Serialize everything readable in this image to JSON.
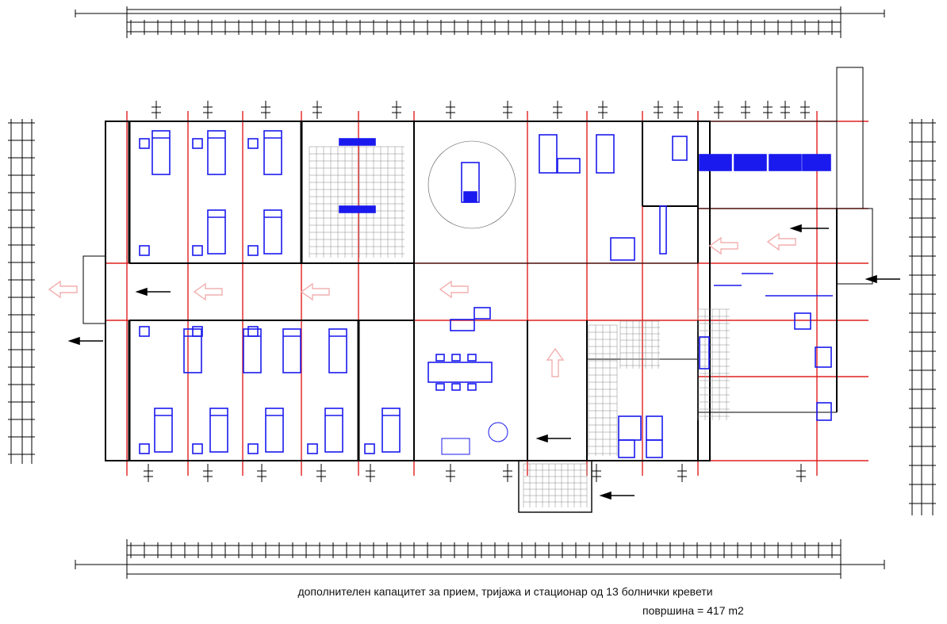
{
  "caption": {
    "line1": "дополнителен капацитет за прием, тријажа и стационар од 13 болнички кревети",
    "line2": "површина = 417 m2"
  },
  "colors": {
    "wall": "#000000",
    "axis": "#e02020",
    "furniture": "#1a1aee",
    "dimension": "#000000",
    "arrow": "#f2b0b0"
  },
  "icons": [
    "bed-icon",
    "toilet-icon",
    "sink-icon",
    "table-icon",
    "chair-icon",
    "arrow-icon",
    "entrance-arrow-icon",
    "dimension-line"
  ]
}
